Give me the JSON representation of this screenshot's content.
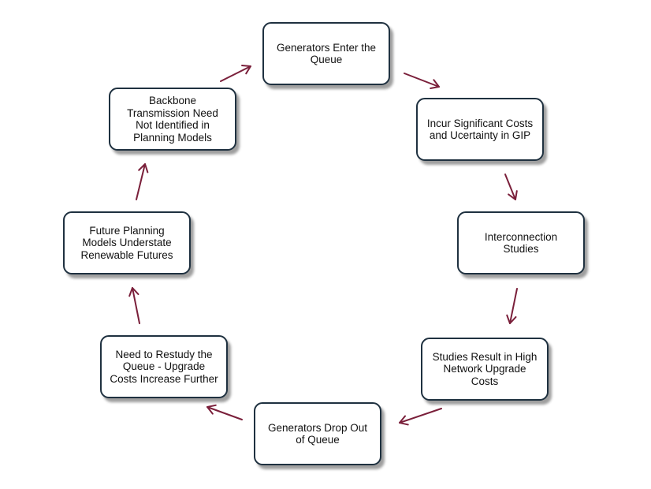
{
  "diagram": {
    "arrow_color": "#7a1f3a",
    "node_border_color": "#1f3140",
    "nodes": [
      {
        "id": "n1",
        "lines": [
          "Generators Enter the",
          "Queue"
        ]
      },
      {
        "id": "n2",
        "lines": [
          "Incur Significant Costs",
          "and Ucertainty in GIP"
        ]
      },
      {
        "id": "n3",
        "lines": [
          "Interconnection",
          "Studies"
        ]
      },
      {
        "id": "n4",
        "lines": [
          "Studies Result in High",
          "Network Upgrade",
          "Costs"
        ]
      },
      {
        "id": "n5",
        "lines": [
          "Generators Drop Out",
          "of Queue"
        ]
      },
      {
        "id": "n6",
        "lines": [
          "Need to Restudy the",
          "Queue - Upgrade",
          "Costs Increase Further"
        ]
      },
      {
        "id": "n7",
        "lines": [
          "Future Planning",
          "Models Understate",
          "Renewable Futures"
        ]
      },
      {
        "id": "n8",
        "lines": [
          "Backbone",
          "Transmission Need",
          "Not Identified in",
          "Planning Models"
        ]
      }
    ],
    "edges": [
      {
        "from": "n1",
        "to": "n2"
      },
      {
        "from": "n2",
        "to": "n3"
      },
      {
        "from": "n3",
        "to": "n4"
      },
      {
        "from": "n4",
        "to": "n5"
      },
      {
        "from": "n5",
        "to": "n6"
      },
      {
        "from": "n6",
        "to": "n7"
      },
      {
        "from": "n7",
        "to": "n8"
      },
      {
        "from": "n8",
        "to": "n1"
      }
    ]
  }
}
